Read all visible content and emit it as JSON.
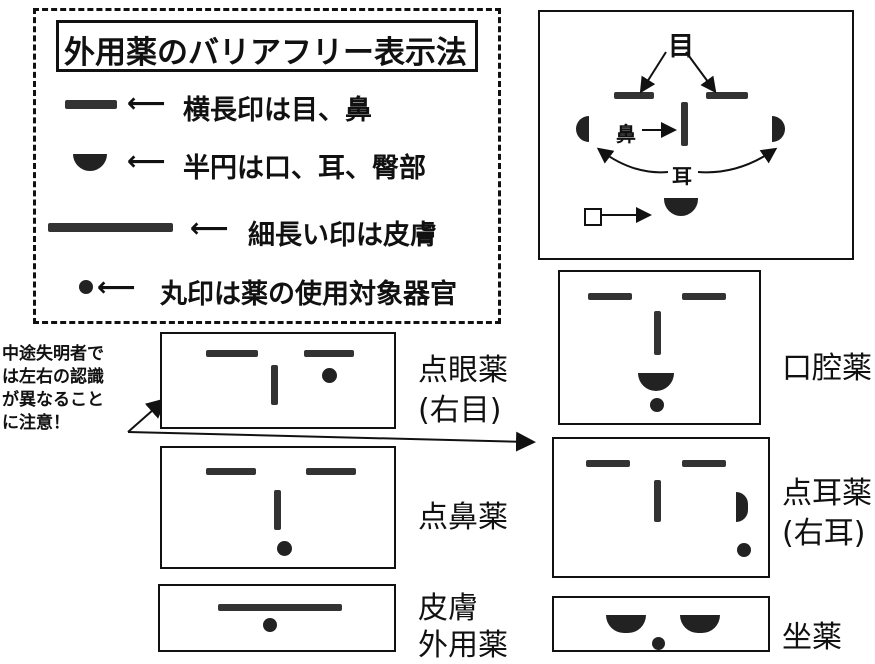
{
  "legend": {
    "title": "外用薬のバリアフリー表示法",
    "items": [
      {
        "symbol": "short-bar",
        "text": "横長印は目、鼻"
      },
      {
        "symbol": "half-circle",
        "text": "半円は口、耳、臀部"
      },
      {
        "symbol": "long-bar",
        "text": "細長い印は皮膚"
      },
      {
        "symbol": "dot",
        "text": "丸印は薬の使用対象器官"
      }
    ]
  },
  "key_diagram": {
    "eye": "目",
    "nose": "鼻",
    "ear": "耳"
  },
  "note": {
    "lines": [
      "中途失明者で",
      "は左右の認識",
      "が異なること",
      "に注意！"
    ]
  },
  "medicines": {
    "eye_drops": {
      "line1": "点眼薬",
      "line2": "(右目)"
    },
    "nasal": "点鼻薬",
    "skin": {
      "line1": "皮膚",
      "line2": "外用薬"
    },
    "oral": "口腔薬",
    "ear_drops": {
      "line1": "点耳薬",
      "line2": "(右耳)"
    },
    "suppository": "坐薬"
  },
  "colors": {
    "ink": "#111111",
    "symbol": "#333333"
  }
}
